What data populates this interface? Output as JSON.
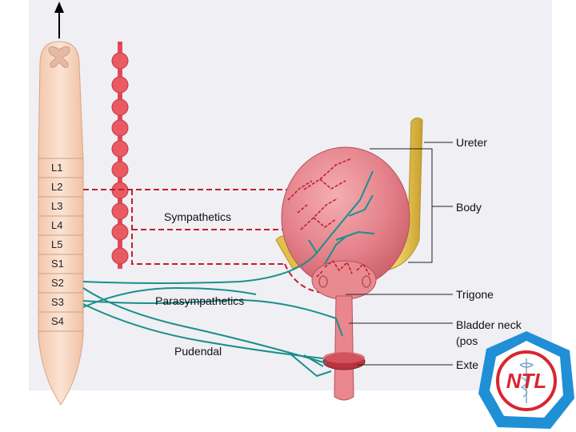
{
  "diagram": {
    "spinal_segments": [
      "L1",
      "L2",
      "L3",
      "L4",
      "L5",
      "S1",
      "S2",
      "S3",
      "S4"
    ],
    "nerve_labels": {
      "sympathetics": "Sympathetics",
      "parasympathetics": "Parasympathetics",
      "pudendal": "Pudendal"
    },
    "structure_labels": {
      "ureter": "Ureter",
      "body": "Body",
      "trigone": "Trigone",
      "bladder_neck": "Bladder neck",
      "bladder_neck_cont": "(pos",
      "external": "Exte"
    },
    "logo": {
      "text": "NTL"
    },
    "colors": {
      "panel_bg": "#efeff4",
      "spinal_cord": "#f7d3bd",
      "sympathetic": "#cc1f2a",
      "parasympathetic": "#1a8f8c",
      "bladder": "#e7828a",
      "ureter": "#e3c04a",
      "logo_blue": "#1f8fd6",
      "logo_red": "#d9262f"
    }
  }
}
